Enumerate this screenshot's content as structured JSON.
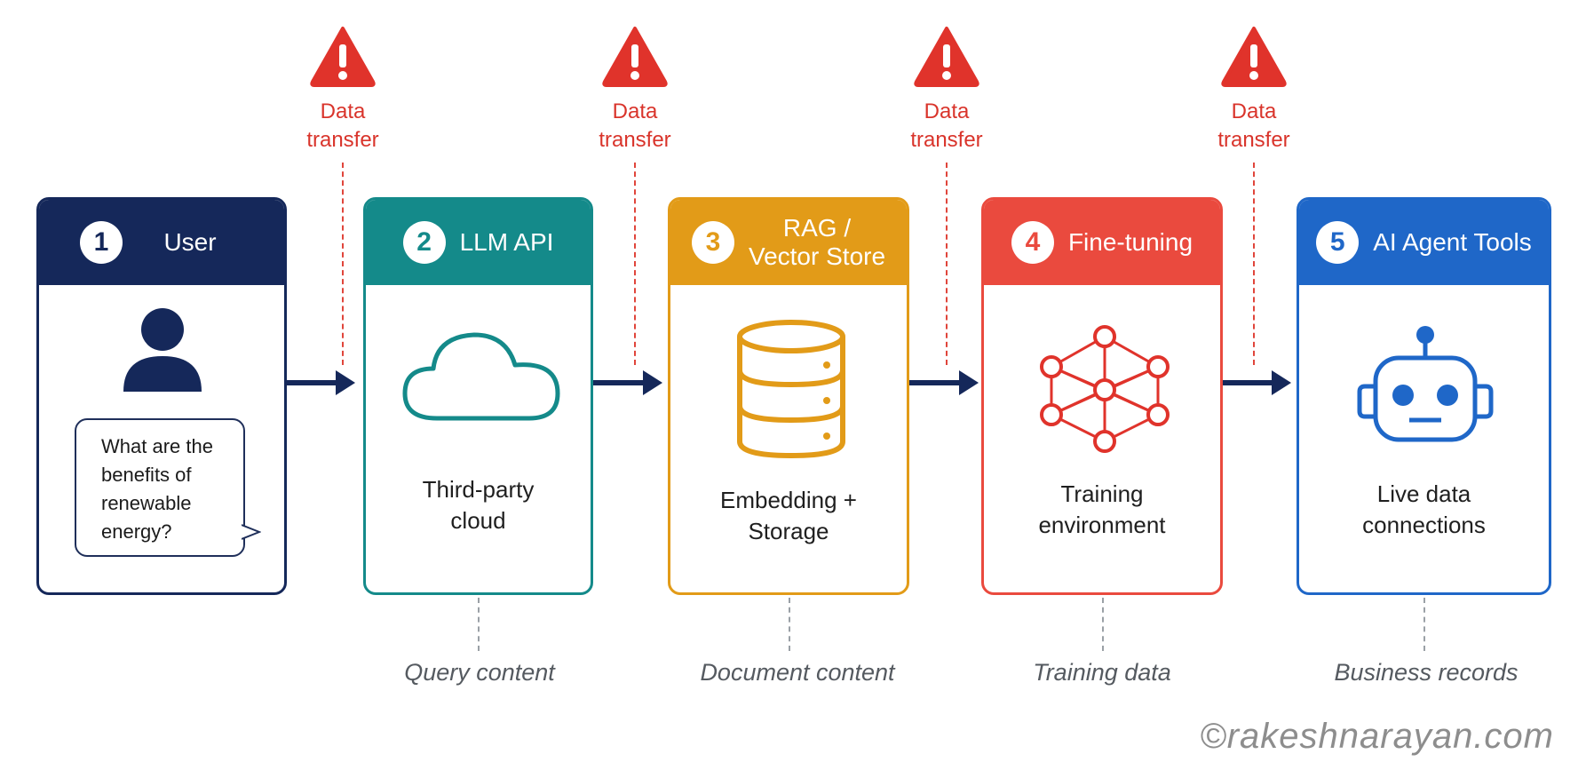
{
  "warnings": [
    {
      "text": "Data\ntransfer"
    },
    {
      "text": "Data\ntransfer"
    },
    {
      "text": "Data\ntransfer"
    },
    {
      "text": "Data\ntransfer"
    }
  ],
  "stages": [
    {
      "number": "1",
      "title": "User",
      "color": "#15285a",
      "icon": "user-icon",
      "bubble": "What are the benefits of renewable energy?"
    },
    {
      "number": "2",
      "title": "LLM API",
      "color": "#148a8a",
      "icon": "cloud-icon",
      "caption": "Third-party\ncloud"
    },
    {
      "number": "3",
      "title": "RAG /\nVector Store",
      "color": "#e29b18",
      "icon": "database-icon",
      "caption": "Embedding +\nStorage"
    },
    {
      "number": "4",
      "title": "Fine-tuning",
      "color": "#ea4a3e",
      "icon": "neural-network-icon",
      "caption": "Training\nenvironment"
    },
    {
      "number": "5",
      "title": "AI Agent Tools",
      "color": "#1f67c8",
      "icon": "robot-icon",
      "caption": "Live data\nconnections"
    }
  ],
  "bottom_labels": [
    "Query content",
    "Document content",
    "Training data",
    "Business records"
  ],
  "watermark": "©rakeshnarayan.com"
}
